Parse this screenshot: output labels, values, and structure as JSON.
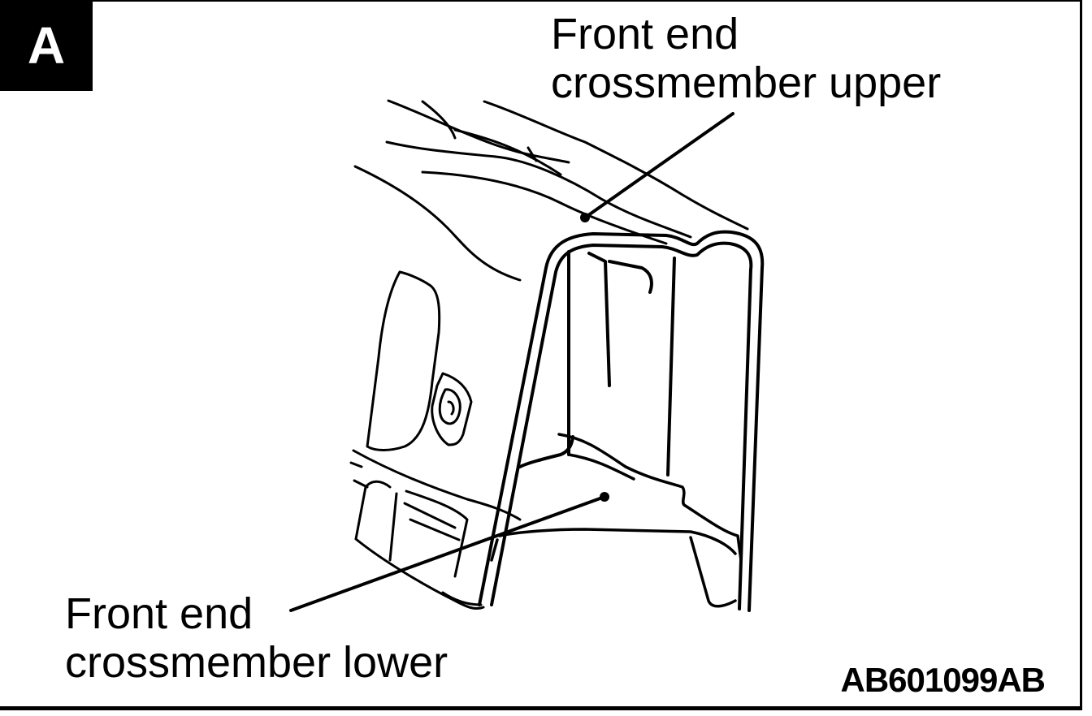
{
  "view_label": "A",
  "callouts": {
    "upper": {
      "line1": "Front end",
      "line2": "crossmember upper"
    },
    "lower": {
      "line1": "Front end",
      "line2": "crossmember lower"
    }
  },
  "figure_code": "AB601099AB"
}
